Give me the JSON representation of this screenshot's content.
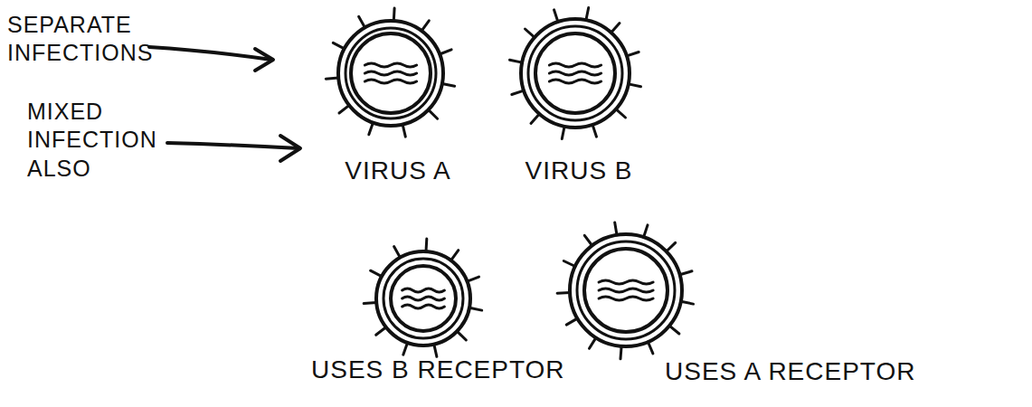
{
  "diagram": {
    "nodes": [
      {
        "text": [
          "VIRUS A"
        ]
      },
      {
        "text": [
          "VIRUS B"
        ]
      },
      {
        "text": [
          "USES B RECEPTOR"
        ]
      },
      {
        "text": [
          "USES A RECEPTOR"
        ]
      }
    ],
    "labels": [
      "SEPARATE INFECTIONS",
      "MIXED INFECTION ALSO"
    ]
  }
}
